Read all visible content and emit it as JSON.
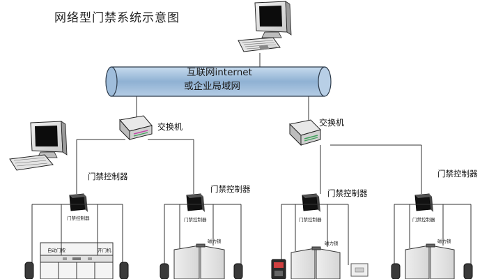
{
  "title": "网络型门禁系统示意图",
  "network": {
    "line1": "互联网internet",
    "line2": "或企业局域网"
  },
  "switches": [
    "交换机",
    "交换机"
  ],
  "controllers": [
    "门禁控制器",
    "门禁控制器",
    "门禁控制器",
    "门禁控制器"
  ],
  "box_labels": [
    "门禁控制器",
    "门禁控制器",
    "门禁控制器",
    "门禁控制器"
  ],
  "door1": {
    "label_left": "自动门按",
    "label_right": "开门机"
  },
  "lock_labels": [
    "磁力锁",
    "磁力锁",
    "磁力锁"
  ],
  "colors": {
    "pipe": "#a9c4de",
    "pipe_edge": "#2c3a4a",
    "line": "#333333"
  }
}
